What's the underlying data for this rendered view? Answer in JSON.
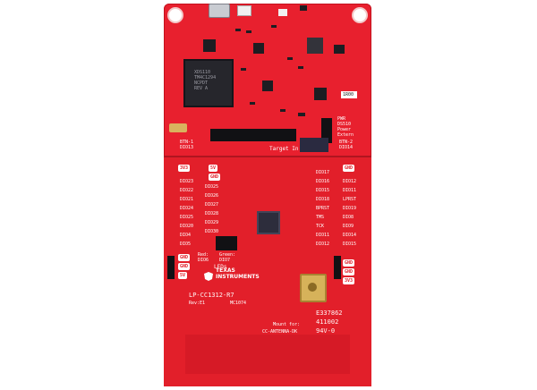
{
  "board": {
    "name": "LP-CC1312-R7",
    "revision": "Rev:E1",
    "code": "MC1074",
    "brand_line1": "TEXAS",
    "brand_line2": "INSTRUMENTS",
    "antenna_note_1": "Mount for:",
    "antenna_note_2": "CC-ANTENNA-DK",
    "serial_1": "E337862",
    "serial_2": "411002",
    "rating": "94V-0",
    "target_in": "Target In",
    "pwr_1": "PWR",
    "pwr_2": "DS510",
    "pwr_3": "Power",
    "pwr_4": "Extern",
    "leds_label": "LEDs",
    "red_label": "Red:",
    "red_pin": "DIO6",
    "green_label": "Green:",
    "green_pin": "DIO7",
    "btn1": "BTN-1",
    "btn1_pin": "DIO13",
    "btn2": "BTN-2",
    "btn2_pin": "DIO14",
    "left_top_tags": [
      "3V3",
      "5V"
    ],
    "left_top_gnd": "GND",
    "right_top_tag": "GND",
    "left_pins": [
      "DIO23",
      "DIO22",
      "DIO21",
      "DIO24",
      "DIO25",
      "DIO20",
      "DIO4",
      "DIO5"
    ],
    "center_left_pins": [
      "DIO25",
      "DIO26",
      "DIO27",
      "DIO28",
      "DIO29",
      "DIO30"
    ],
    "right_pins_a": [
      "DIO17",
      "DIO16",
      "DIO15",
      "DIO18",
      "BPRST",
      "TMS",
      "TCK",
      "DIO11",
      "DIO12"
    ],
    "right_pins_b": [
      "DIO12",
      "DIO11",
      "LPRST",
      "DIO19",
      "DIO8",
      "DIO9",
      "DIO14",
      "DIO15"
    ],
    "bottom_tags_left": [
      "GND",
      "GND",
      "5V"
    ],
    "bottom_tags_right": [
      "GND",
      "GND",
      "3V3"
    ],
    "main_chip_text": "XDS110\nTM4C1294\nNCPDT\nREV A",
    "part_label": "1R00"
  }
}
